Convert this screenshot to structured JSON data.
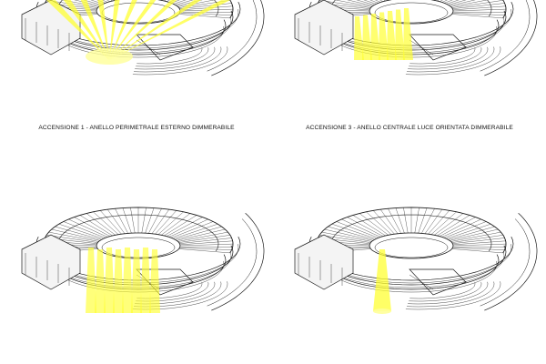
{
  "diagrams": [
    {
      "caption": "ACCENSIONE 1 - ANELLO PERIMETRALE ESTERNO DIMMERABILE",
      "light_pattern": "outer-ring"
    },
    {
      "caption": "ACCENSIONE 3 - ANELLO CENTRALE LUCE ORIENTATA DIMMERABILE",
      "light_pattern": "central-ring"
    },
    {
      "caption": "",
      "light_pattern": "middle-ring"
    },
    {
      "caption": "",
      "light_pattern": "single-spot"
    }
  ],
  "colors": {
    "line": "#1a1a1a",
    "light": "#ffff33",
    "light_core": "#ffff99"
  }
}
